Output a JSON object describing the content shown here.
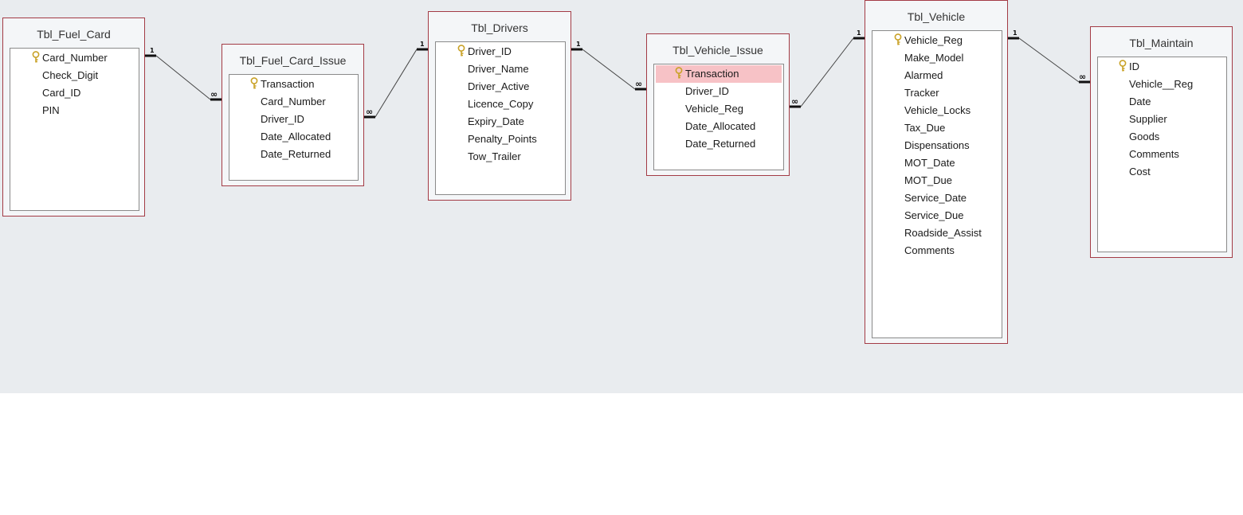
{
  "diagram": {
    "tables": [
      {
        "name": "Tbl_Fuel_Card",
        "fields": [
          {
            "name": "Card_Number",
            "key": true
          },
          {
            "name": "Check_Digit"
          },
          {
            "name": "Card_ID"
          },
          {
            "name": "PIN"
          }
        ]
      },
      {
        "name": "Tbl_Fuel_Card_Issue",
        "fields": [
          {
            "name": "Transaction",
            "key": true
          },
          {
            "name": "Card_Number"
          },
          {
            "name": "Driver_ID"
          },
          {
            "name": "Date_Allocated"
          },
          {
            "name": "Date_Returned"
          }
        ]
      },
      {
        "name": "Tbl_Drivers",
        "fields": [
          {
            "name": "Driver_ID",
            "key": true
          },
          {
            "name": "Driver_Name"
          },
          {
            "name": "Driver_Active"
          },
          {
            "name": "Licence_Copy"
          },
          {
            "name": "Expiry_Date"
          },
          {
            "name": "Penalty_Points"
          },
          {
            "name": "Tow_Trailer"
          }
        ]
      },
      {
        "name": "Tbl_Vehicle_Issue",
        "fields": [
          {
            "name": "Transaction",
            "key": true,
            "selected": true
          },
          {
            "name": "Driver_ID"
          },
          {
            "name": "Vehicle_Reg"
          },
          {
            "name": "Date_Allocated"
          },
          {
            "name": "Date_Returned"
          }
        ]
      },
      {
        "name": "Tbl_Vehicle",
        "fields": [
          {
            "name": "Vehicle_Reg",
            "key": true
          },
          {
            "name": "Make_Model"
          },
          {
            "name": "Alarmed"
          },
          {
            "name": "Tracker"
          },
          {
            "name": "Vehicle_Locks"
          },
          {
            "name": "Tax_Due"
          },
          {
            "name": "Dispensations"
          },
          {
            "name": "MOT_Date"
          },
          {
            "name": "MOT_Due"
          },
          {
            "name": "Service_Date"
          },
          {
            "name": "Service_Due"
          },
          {
            "name": "Roadside_Assist"
          },
          {
            "name": "Comments"
          }
        ]
      },
      {
        "name": "Tbl_Maintain",
        "fields": [
          {
            "name": "ID",
            "key": true
          },
          {
            "name": "Vehicle__Reg"
          },
          {
            "name": "Date"
          },
          {
            "name": "Supplier"
          },
          {
            "name": "Goods"
          },
          {
            "name": "Comments"
          },
          {
            "name": "Cost"
          }
        ]
      }
    ],
    "relationships": [
      {
        "one": "Tbl_Fuel_Card",
        "many": "Tbl_Fuel_Card_Issue",
        "one_label": "1",
        "many_label": "∞"
      },
      {
        "one": "Tbl_Drivers",
        "many": "Tbl_Fuel_Card_Issue",
        "one_label": "1",
        "many_label": "∞"
      },
      {
        "one": "Tbl_Drivers",
        "many": "Tbl_Vehicle_Issue",
        "one_label": "1",
        "many_label": "∞"
      },
      {
        "one": "Tbl_Vehicle",
        "many": "Tbl_Vehicle_Issue",
        "one_label": "1",
        "many_label": "∞"
      },
      {
        "one": "Tbl_Vehicle",
        "many": "Tbl_Maintain",
        "one_label": "1",
        "many_label": "∞"
      }
    ],
    "colors": {
      "canvas": "#e9ecef",
      "table_border": "#a33b45",
      "selection": "#f7c2c6",
      "key_icon": "#c9a227"
    }
  }
}
